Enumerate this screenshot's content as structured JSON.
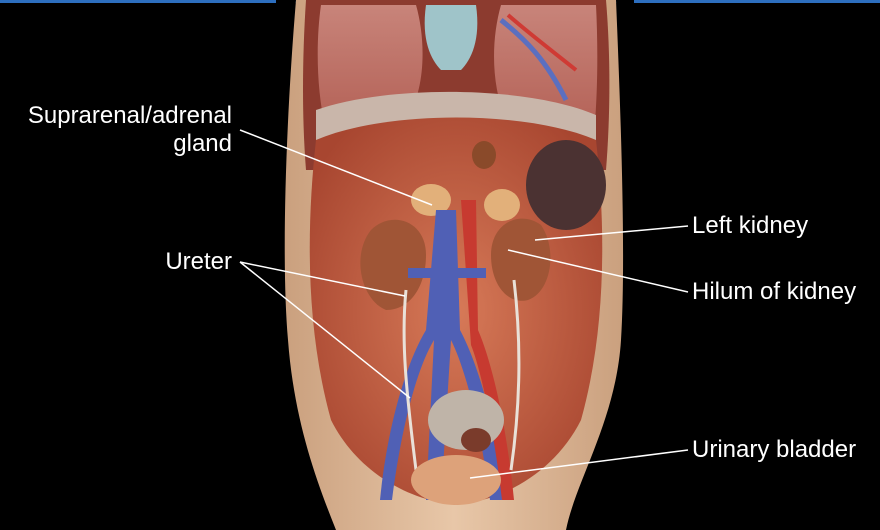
{
  "labels": {
    "adrenal_line1": "Suprarenal/adrenal",
    "adrenal_line2": "gland",
    "ureter": "Ureter",
    "left_kidney": "Left kidney",
    "hilum": "Hilum of kidney",
    "bladder": "Urinary bladder"
  },
  "colors": {
    "background": "#000000",
    "label_text": "#ffffff",
    "leader_line": "#ffffff",
    "top_bar": "#2d6fbf"
  }
}
